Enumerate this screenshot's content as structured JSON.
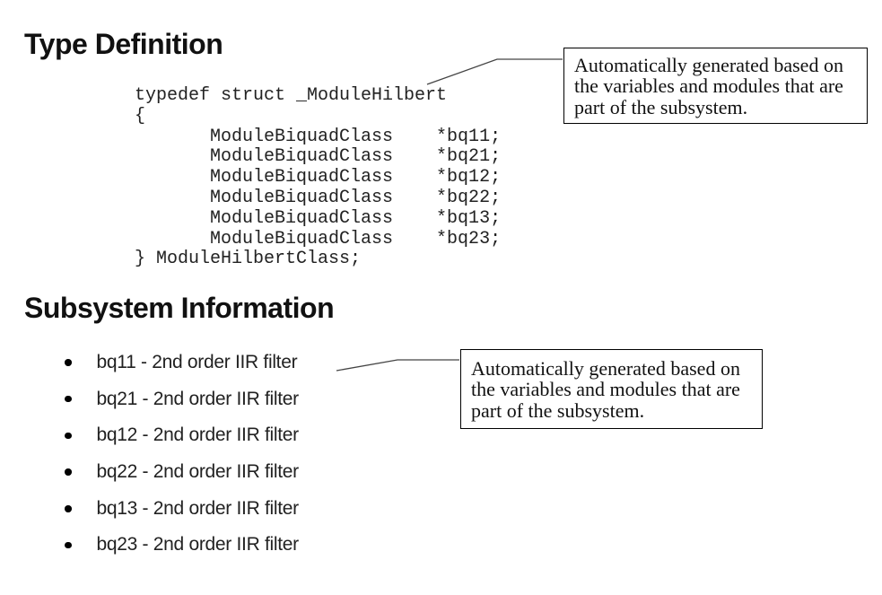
{
  "page": {
    "background_color": "#ffffff",
    "text_color": "#1a1a1a",
    "border_color": "#000000"
  },
  "type_definition": {
    "heading": "Type Definition",
    "code_lines": [
      "typedef struct _ModuleHilbert",
      "{",
      "       ModuleBiquadClass    *bq11;",
      "       ModuleBiquadClass    *bq21;",
      "       ModuleBiquadClass    *bq12;",
      "       ModuleBiquadClass    *bq22;",
      "       ModuleBiquadClass    *bq13;",
      "       ModuleBiquadClass    *bq23;",
      "} ModuleHilbertClass;"
    ]
  },
  "subsystem_information": {
    "heading": "Subsystem Information",
    "items": [
      "bq11 - 2nd order IIR filter",
      "bq21 - 2nd order IIR filter",
      "bq12 - 2nd order IIR filter",
      "bq22 - 2nd order IIR filter",
      "bq13 - 2nd order IIR filter",
      "bq23 - 2nd order IIR filter"
    ]
  },
  "callouts": [
    {
      "lines": [
        "Automatically generated based on",
        "the variables and modules that are",
        "part of the subsystem."
      ]
    },
    {
      "lines": [
        "Automatically generated based on",
        "the variables and modules that are",
        "part of the subsystem."
      ]
    }
  ]
}
